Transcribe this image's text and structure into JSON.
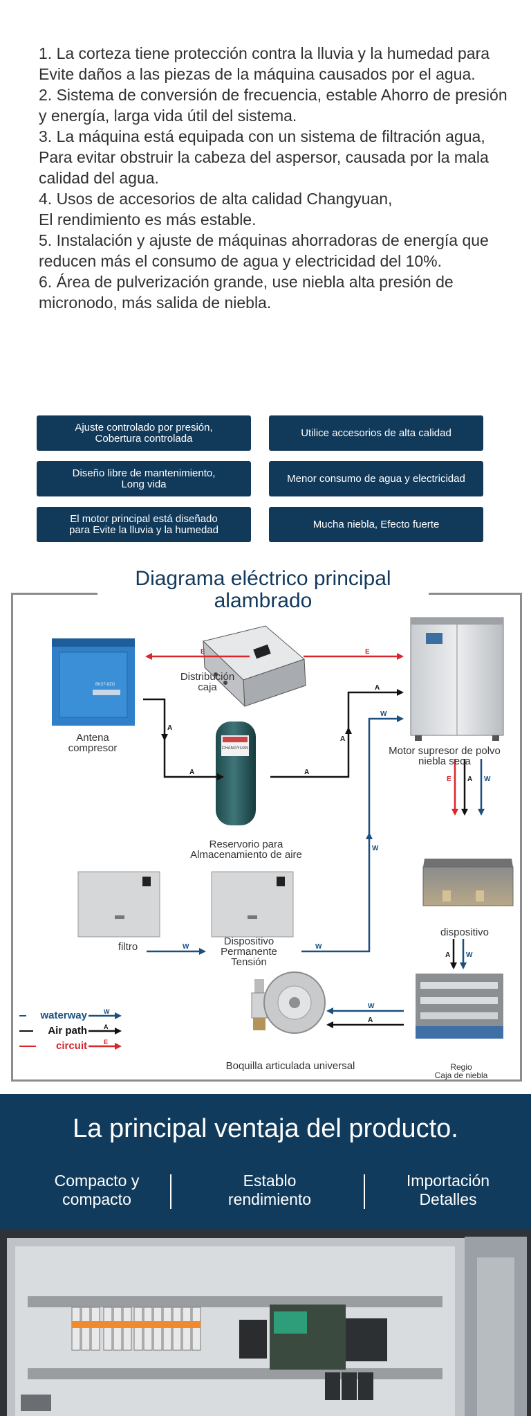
{
  "features": [
    "1. La corteza tiene protección contra la lluvia y la humedad para",
    "Evite daños a las piezas de la máquina causados por el agua.",
    "2. Sistema de conversión de frecuencia, estable Ahorro de presión y energía, larga vida útil del sistema.",
    "3. La máquina está equipada con un sistema de filtración agua, Para evitar obstruir la cabeza del aspersor, causada por la mala calidad del agua.",
    "4. Usos de accesorios de alta calidad Changyuan,",
    "El rendimiento es más estable.",
    "5. Instalación y ajuste de máquinas ahorradoras de energía que reducen más el consumo de agua y electricidad del 10%.",
    "6. Área de pulverización grande, use niebla alta presión de micronodo, más salida de niebla."
  ],
  "badges": [
    "Ajuste controlado por presión,\nCobertura controlada",
    "Utilice accesorios de alta calidad",
    "Diseño libre de mantenimiento,\nLong vida",
    "Menor consumo de agua y electricidad",
    "El motor principal está diseñado\npara Evite la lluvia y la humedad",
    "Mucha niebla, Efecto fuerte"
  ],
  "diagram": {
    "title": "Diagrama eléctrico principal\nalambrado",
    "labels": {
      "distribution_box": "Distribución\ncaja",
      "compressor": "Antena\ncompresor",
      "compressor_plate": "BK37-8ZG",
      "tank_plate": "CHANGYUAN",
      "tank": "Reservorio para\nAlmacenamiento de aire",
      "motor": "Motor supresor de polvo\nniebla seca",
      "device": "dispositivo",
      "filter": "filtro",
      "pressure_device": "Dispositivo\nPermanente\nTensión",
      "nozzle": "Boquilla articulada universal",
      "fog_box": "Regio\nCaja de niebla"
    },
    "arrow_letters": {
      "electric": "E",
      "air": "A",
      "water": "W"
    },
    "legend": [
      {
        "label": "waterway",
        "letter": "W",
        "color": "#1a4f80"
      },
      {
        "label": "Air path",
        "letter": "A",
        "color": "#111111"
      },
      {
        "label": "circuit",
        "letter": "E",
        "color": "#d8262b"
      }
    ],
    "colors": {
      "electric": "#d8262b",
      "air": "#111111",
      "water": "#1a4f80"
    }
  },
  "advantages": {
    "title": "La principal ventaja del producto.",
    "items": [
      "Compacto y\ncompacto",
      "Establo\nrendimiento",
      "Importación\nDetalles"
    ]
  },
  "theme": {
    "navy": "#11395a",
    "title_blue": "#12395c"
  }
}
